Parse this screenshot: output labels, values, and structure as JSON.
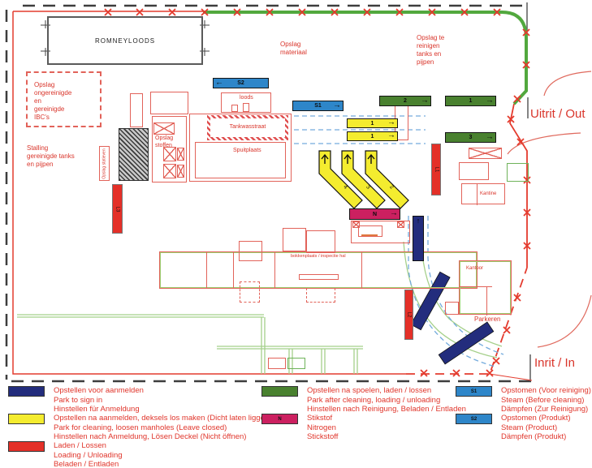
{
  "map": {
    "romneyloods": "ROMNEYLOODS",
    "opslag_ibc": "Opslag\nongereinigde\nen\ngereinigde\nIBC's",
    "stalling": "Stalling\ngereinigde tanks\nen pijpen",
    "opslag_materiaal": "Opslag\nmateriaal",
    "opslag_te_reinigen": "Opslag te\nreinigen\ntanks en\npijpen",
    "opslag_stoffen": "Opslag\nstoffen",
    "opslag_statieven": "Opslag statieven",
    "loods": "loods",
    "tankwasstraat": "Tankwasstraat",
    "spuitplaats": "Spuitplaats",
    "kantine": "Kantine",
    "kantoor": "Kantoor",
    "parkeren": "Parkeren",
    "inspectie_hal": "bokkenplaats / inspectie hal",
    "uitrit": "Uitrit / Out",
    "inrit": "Inrit / In"
  },
  "bars": {
    "s1": "S1",
    "s2": "S2",
    "green_1": "1",
    "green_2": "2",
    "green_3": "3",
    "yellow_1": "1",
    "nitrogen": "N",
    "l1": "L1",
    "l2": "L2",
    "l3": "L3",
    "angled_2": "2",
    "angled_3": "3",
    "angled_4": "4"
  },
  "icons": {
    "left_arrow": "←",
    "right_arrow": "→",
    "up_arrow": "↑"
  },
  "colors": {
    "navy": "#232d7d",
    "yellow": "#f4ec2f",
    "red": "#e43028",
    "green": "#49812f",
    "magenta": "#cc2060",
    "steam_blue": "#2e86c9",
    "boundary_green": "#52a83e",
    "drawing_red": "#e2635a",
    "text_red": "#d9352b"
  },
  "legend": {
    "items": [
      {
        "color": "#232d7d",
        "label": "",
        "text": "Opstellen voor aanmelden\nPark to sign in\nHinstellen für Anmeldung"
      },
      {
        "color": "#f4ec2f",
        "label": "",
        "text": "Opstellen na aanmelden, deksels los maken (Dicht laten liggen)\nPark for cleaning, loosen manholes (Leave closed)\nHinstellen nach Anmeldung, Lösen Deckel (Nicht öffnen)"
      },
      {
        "color": "#e43028",
        "label": "",
        "text": "Laden / Lossen\nLoading / Unloading\nBeladen / Entladen"
      },
      {
        "color": "#49812f",
        "label": "",
        "text": "Opstellen na spoelen, laden / lossen\nPark after cleaning, loading / unloading\nHinstellen nach Reinigung, Beladen / Entladen"
      },
      {
        "color": "#cc2060",
        "label": "N",
        "text": "Stikstof\nNitrogen\nStickstoff"
      },
      {
        "color": "#2e86c9",
        "label": "S1",
        "text": "Opstomen (Voor reiniging)\nSteam (Before cleaning)\nDämpfen (Zur Reinigung)"
      },
      {
        "color": "#2e86c9",
        "label": "S2",
        "text": "Opstomen (Produkt)\nSteam (Product)\nDämpfen (Produkt)"
      }
    ]
  }
}
